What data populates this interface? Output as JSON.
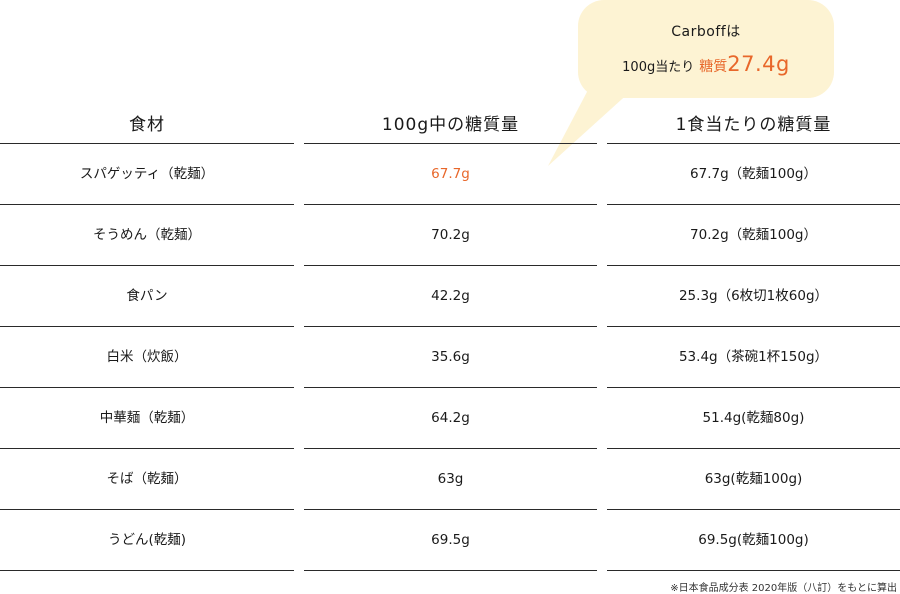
{
  "bubble": {
    "line1": "Carboffは",
    "line2_prefix": "100g当たり",
    "line2_label": "糖質",
    "line2_value": "27.4g",
    "background": "#fdf3d3",
    "accent_color": "#e8672a"
  },
  "table": {
    "headers": [
      "食材",
      "100g中の糖質量",
      "1食当たりの糖質量"
    ],
    "rows": [
      {
        "food": "スパゲッティ（乾麺）",
        "per100g": "67.7g",
        "perServing": "67.7g（乾麺100g）",
        "highlight": true
      },
      {
        "food": "そうめん（乾麺）",
        "per100g": "70.2g",
        "perServing": "70.2g（乾麺100g）"
      },
      {
        "food": "食パン",
        "per100g": "42.2g",
        "perServing": "25.3g（6枚切1枚60g）"
      },
      {
        "food": "白米（炊飯）",
        "per100g": "35.6g",
        "perServing": "53.4g（茶碗1杯150g）"
      },
      {
        "food": "中華麺（乾麺）",
        "per100g": "64.2g",
        "perServing": "51.4g(乾麺80g)"
      },
      {
        "food": "そば（乾麺）",
        "per100g": "63g",
        "perServing": "63g(乾麺100g)"
      },
      {
        "food": "うどん(乾麺)",
        "per100g": "69.5g",
        "perServing": "69.5g(乾麺100g)"
      }
    ]
  },
  "footnote": "※日本食品成分表 2020年版（八訂）をもとに算出"
}
